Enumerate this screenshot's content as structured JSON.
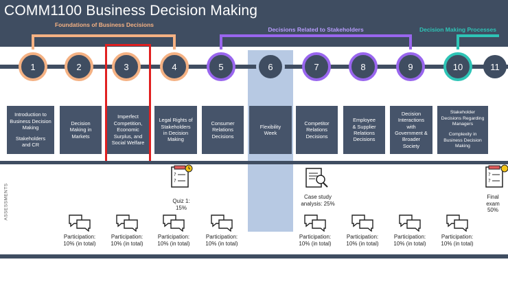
{
  "title": "COMM1100 Business Decision Making",
  "groups": {
    "foundations": "Foundations of Business Decisions",
    "stakeholders": "Decisions Related to Stakeholders",
    "processes": "Decision Making Processes"
  },
  "colors": {
    "dark": "#3f4d61",
    "orange": "#f4b183",
    "purple": "#9966ee",
    "teal": "#2ec4b6",
    "highlight": "#e02020",
    "flexibility": "#b7c9e3"
  },
  "weeks": [
    "1",
    "2",
    "3",
    "4",
    "5",
    "6",
    "7",
    "8",
    "9",
    "10",
    "11"
  ],
  "topics": [
    {
      "lines": [
        "Introduction to",
        "Business Decision",
        "Making",
        "",
        "Stakeholders",
        "and CR"
      ]
    },
    {
      "lines": [
        "Decision",
        "Making in",
        "Markets"
      ]
    },
    {
      "lines": [
        "Imperfect",
        "Competition,",
        "Economic",
        "Surplus, and",
        "Social Welfare"
      ]
    },
    {
      "lines": [
        "Legal Rights of",
        "Stakeholders",
        "in Decision",
        "Making"
      ]
    },
    {
      "lines": [
        "Consumer",
        "Relations",
        "Decisions"
      ]
    },
    {
      "lines": [
        "Flexibility",
        "Week"
      ]
    },
    {
      "lines": [
        "Competitor",
        "Relations",
        "Decisions"
      ]
    },
    {
      "lines": [
        "Employee",
        "& Supplier",
        "Relations",
        "Decisions"
      ]
    },
    {
      "lines": [
        "Decision",
        "Interactions",
        "with",
        "Government &",
        "Broader",
        "Society"
      ]
    },
    {
      "lines": [
        "Stakeholder",
        "Decisions Regarding",
        "Managers",
        "",
        "Complexity in",
        "Business Decision",
        "Making"
      ]
    }
  ],
  "side_label": "ASSESSMENTS",
  "assessments": {
    "quiz1": [
      "Quiz 1:",
      "15%"
    ],
    "case_study": [
      "Case study",
      "analysis: 25%"
    ],
    "final_exam": [
      "Final",
      "exam",
      "50%"
    ]
  },
  "participation": {
    "line1": "Participation:",
    "line2": "10% (in total)"
  }
}
